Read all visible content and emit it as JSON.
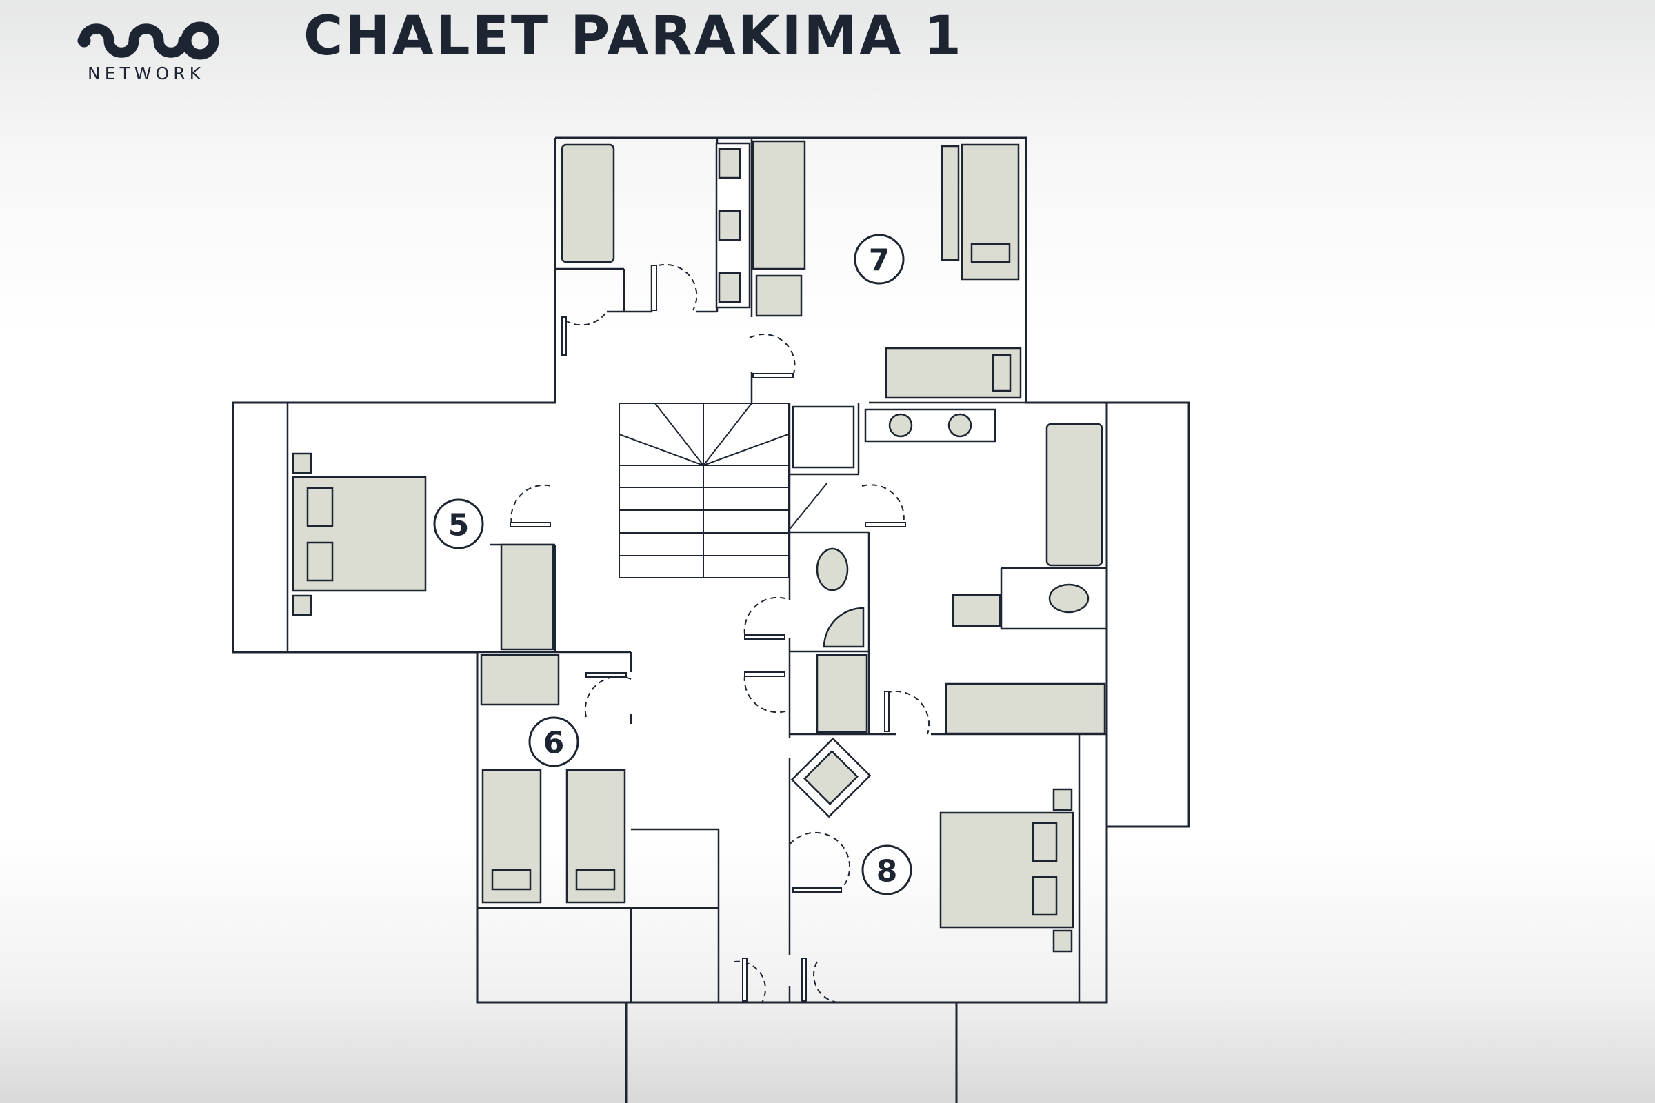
{
  "brand": {
    "name": "NETWORK"
  },
  "title": "CHALET PARAKIMA 1",
  "rooms": [
    {
      "number": "5"
    },
    {
      "number": "6"
    },
    {
      "number": "7"
    },
    {
      "number": "8"
    }
  ],
  "colors": {
    "ink": "#1c2531",
    "furniture": "#dcddd2",
    "background": "#ffffff"
  },
  "icons": [
    "logo-mark",
    "bathtub-icon",
    "toilet-icon",
    "sink-icon",
    "shower-icon",
    "bed-icon",
    "armchair-icon",
    "staircase-icon",
    "door-swing-icon"
  ]
}
